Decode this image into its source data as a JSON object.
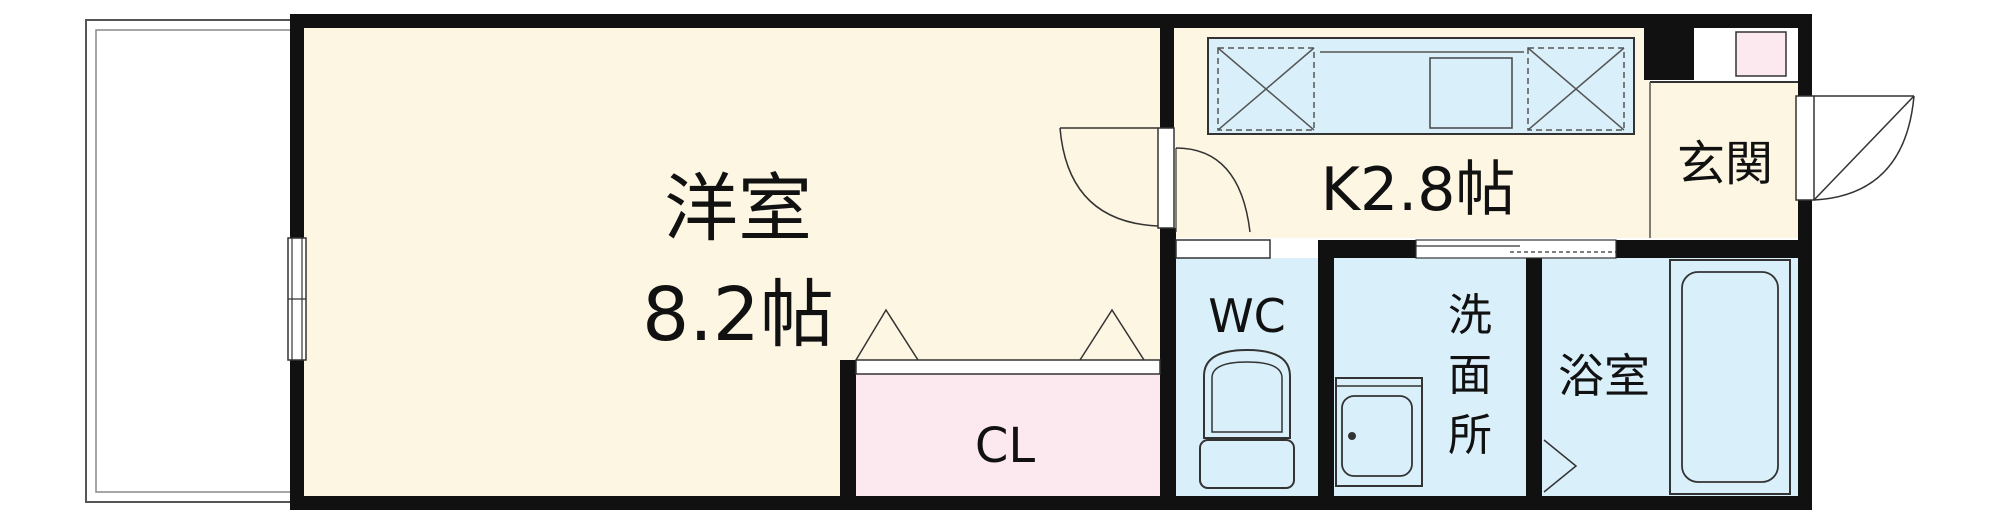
{
  "rooms": {
    "western_room": {
      "name": "洋室",
      "size": "8.2帖"
    },
    "kitchen": {
      "label": "K2.8帖"
    },
    "entrance": {
      "label": "玄関"
    },
    "closet": {
      "label": "CL"
    },
    "toilet": {
      "label": "WC"
    },
    "washroom": {
      "label": "洗面所",
      "chars": [
        "洗",
        "面",
        "所"
      ]
    },
    "bathroom": {
      "label": "浴室"
    }
  },
  "colors": {
    "room": "#fdf6e3",
    "wet": "#d9f0fb",
    "closet": "#fbe9ef",
    "wall": "#111111",
    "line": "#333333"
  }
}
